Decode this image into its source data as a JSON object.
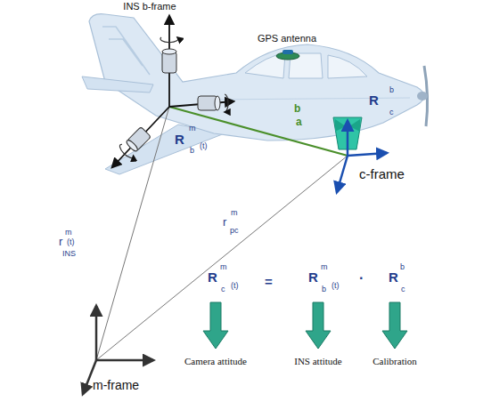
{
  "diagram": {
    "labels": [
      "INS b-frame",
      "GPS antenna",
      "b",
      "R",
      "c",
      "b",
      "a",
      "m",
      "R",
      "b",
      "(t)",
      "c-frame",
      "m",
      "r",
      "(t)",
      "INS",
      "m",
      "r",
      "pc",
      "m",
      "R",
      "c",
      "(t)",
      "=",
      "m",
      "R",
      "b",
      "(t)",
      "·",
      "b",
      "R",
      "c",
      "Camera attitude",
      "INS attitude",
      "Calibration",
      "m-frame"
    ]
  }
}
